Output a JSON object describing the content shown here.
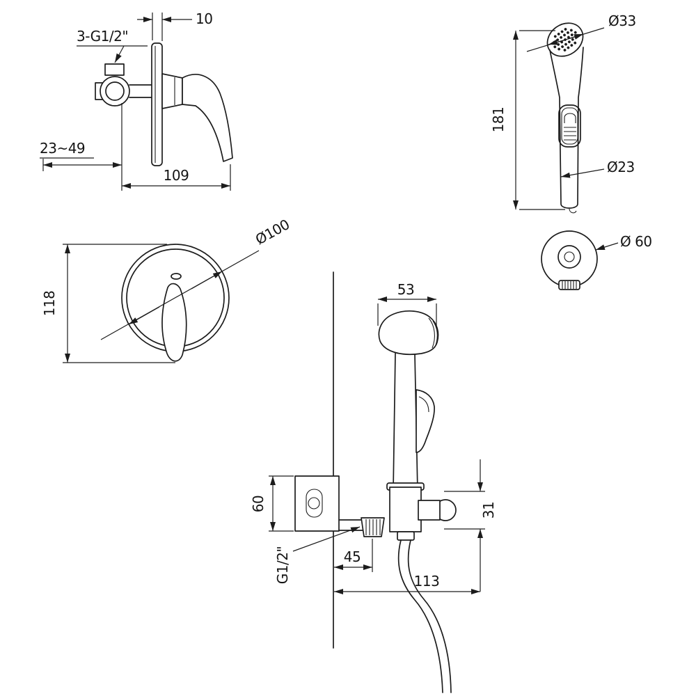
{
  "colors": {
    "background": "#ffffff",
    "line": "#1c1c1c"
  },
  "views": {
    "mixer_side": {
      "dims": {
        "plate_thickness": "10",
        "connections": "3-G1/2\"",
        "mounting_depth_range": "23~49",
        "total_depth": "109"
      }
    },
    "trim_front": {
      "dims": {
        "plate_diameter": "Ø100",
        "overall_height": "118"
      }
    },
    "hand_shower": {
      "dims": {
        "head_diameter": "Ø33",
        "overall_length": "181",
        "handle_diameter": "Ø23"
      }
    },
    "wall_flange": {
      "dims": {
        "flange_diameter": "Ø 60"
      }
    },
    "assembly": {
      "dims": {
        "head_width": "53",
        "elbow_height": "60",
        "outlet_thread": "G1/2\"",
        "hose_offset": "45",
        "reach": "113",
        "holder_height": "31"
      }
    }
  }
}
